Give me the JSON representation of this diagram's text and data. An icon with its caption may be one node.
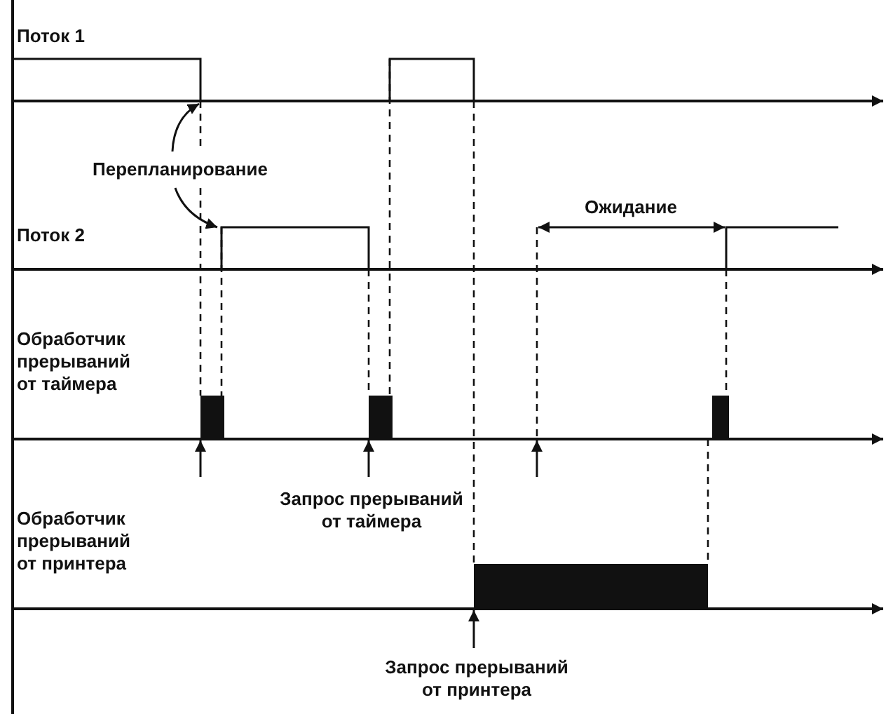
{
  "diagram": {
    "labels": [
      "Поток 1",
      "Перепланирование",
      "Ожидание",
      "Поток 2",
      "Обработчик прерываний от таймера",
      "Запрос прерываний от таймера",
      "Обработчик прерываний от принтера",
      "Запрос прерываний от принтера"
    ]
  }
}
